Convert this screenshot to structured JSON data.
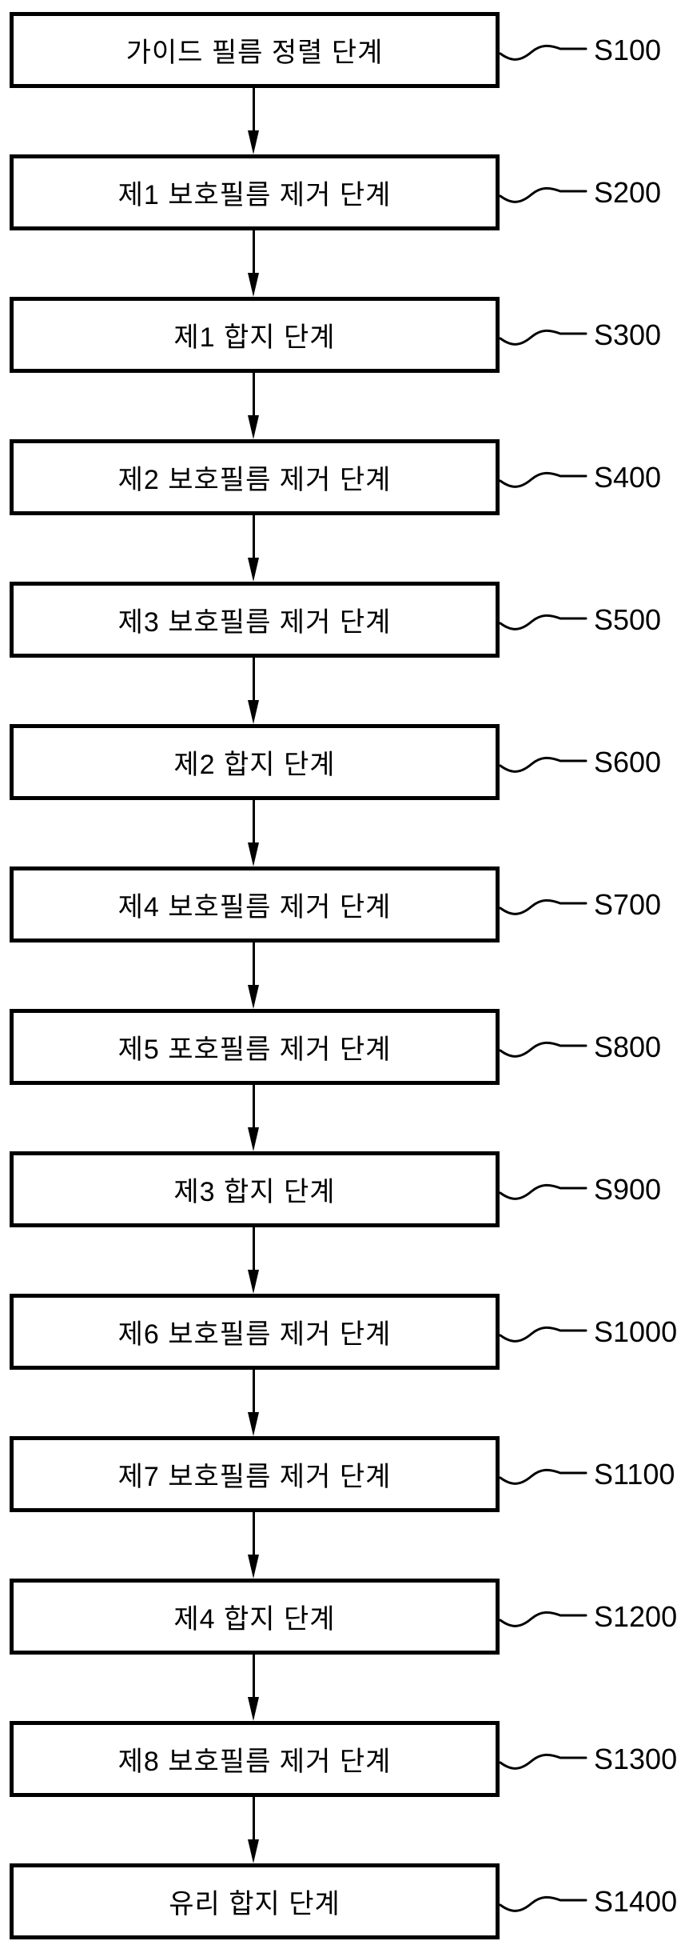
{
  "figure": {
    "background_color": "#ffffff",
    "line_color": "#000000",
    "steps": [
      {
        "label": "가이드 필름 정렬 단계",
        "tag": "S100"
      },
      {
        "label": "제1 보호필름 제거 단계",
        "tag": "S200"
      },
      {
        "label": "제1 합지 단계",
        "tag": "S300"
      },
      {
        "label": "제2 보호필름 제거 단계",
        "tag": "S400"
      },
      {
        "label": "제3 보호필름 제거 단계",
        "tag": "S500"
      },
      {
        "label": "제2 합지 단계",
        "tag": "S600"
      },
      {
        "label": "제4 보호필름 제거 단계",
        "tag": "S700"
      },
      {
        "label": "제5 포호필름 제거 단계",
        "tag": "S800"
      },
      {
        "label": "제3 합지 단계",
        "tag": "S900"
      },
      {
        "label": "제6 보호필름 제거 단계",
        "tag": "S1000"
      },
      {
        "label": "제7 보호필름 제거 단계",
        "tag": "S1100"
      },
      {
        "label": "제4 합지 단계",
        "tag": "S1200"
      },
      {
        "label": "제8 보호필름 제거 단계",
        "tag": "S1300"
      },
      {
        "label": "유리 합지 단계",
        "tag": "S1400"
      }
    ]
  }
}
